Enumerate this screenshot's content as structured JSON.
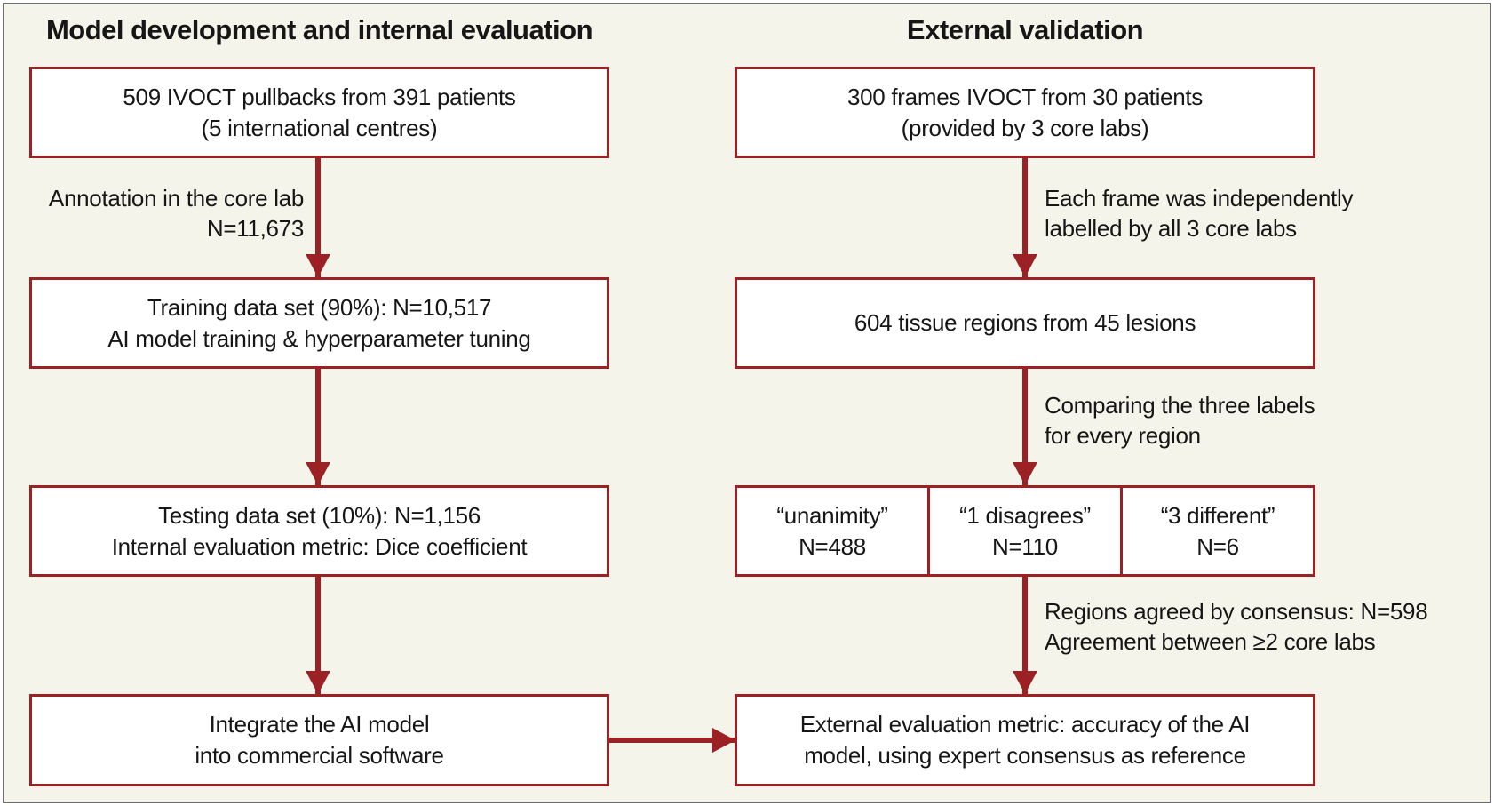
{
  "colors": {
    "accent": "#9b2125",
    "background": "#f5f4ea",
    "frame_border": "#6e6e6e",
    "text": "#161616"
  },
  "left_column": {
    "title": "Model development and internal evaluation",
    "box_source": {
      "line1": "509 IVOCT pullbacks from 391 patients",
      "line2": "(5 international centres)"
    },
    "label_annotation": {
      "line1": "Annotation in the core lab",
      "line2": "N=11,673"
    },
    "box_training": {
      "line1": "Training data set (90%): N=10,517",
      "line2": "AI model training & hyperparameter tuning"
    },
    "box_testing": {
      "line1": "Testing data set (10%): N=1,156",
      "line2": "Internal evaluation metric: Dice coefficient"
    },
    "box_integrate": {
      "line1": "Integrate the AI model",
      "line2": "into commercial software"
    }
  },
  "right_column": {
    "title": "External validation",
    "box_source": {
      "line1": "300 frames IVOCT from 30 patients",
      "line2": "(provided by 3 core labs)"
    },
    "label_labelling": {
      "line1": "Each frame was independently",
      "line2": "labelled by all 3 core labs"
    },
    "box_regions": {
      "line1": "604 tissue regions from 45 lesions"
    },
    "label_comparing": {
      "line1": "Comparing the three labels",
      "line2": "for every region"
    },
    "box_unanimity": {
      "line1": "“unanimity”",
      "line2": "N=488"
    },
    "box_one_disagrees": {
      "line1": "“1 disagrees”",
      "line2": "N=110"
    },
    "box_three_different": {
      "line1": "“3 different”",
      "line2": "N=6"
    },
    "label_consensus": {
      "line1": "Regions agreed by consensus: N=598",
      "line2": "Agreement between ≥2 core labs"
    },
    "box_external_metric": {
      "line1": "External evaluation metric: accuracy of the AI",
      "line2": "model, using expert consensus as reference"
    }
  }
}
